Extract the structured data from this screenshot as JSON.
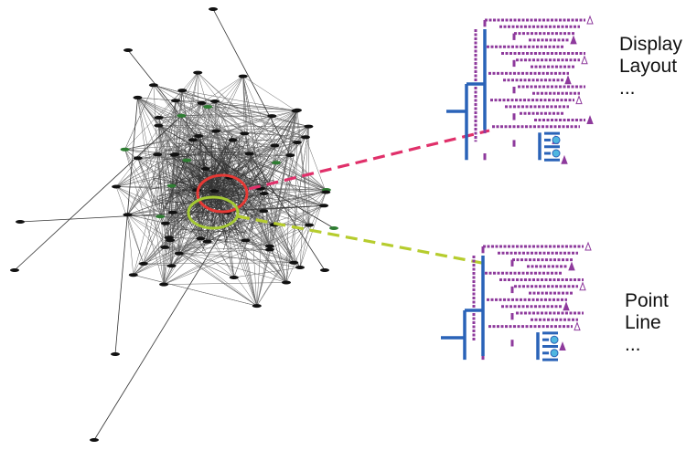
{
  "top_panel": {
    "labels": [
      "Display",
      "Layout",
      "..."
    ]
  },
  "bottom_panel": {
    "labels": [
      "Point",
      "Line",
      "..."
    ]
  },
  "colors": {
    "network_edge": "#333333",
    "network_node": "#111111",
    "network_node_alt": "#2e7d32",
    "red_selection": "#e53935",
    "green_selection": "#a5c934",
    "red_connector": "#e0306a",
    "green_connector": "#b6cc2e",
    "tree_blue": "#2a63b8",
    "tree_purple": "#8e3a9c",
    "leaf_cyan": "#4fb6e0"
  },
  "icons": [
    "network-graph-icon",
    "triangle-leaf-icon",
    "circle-leaf-icon"
  ]
}
